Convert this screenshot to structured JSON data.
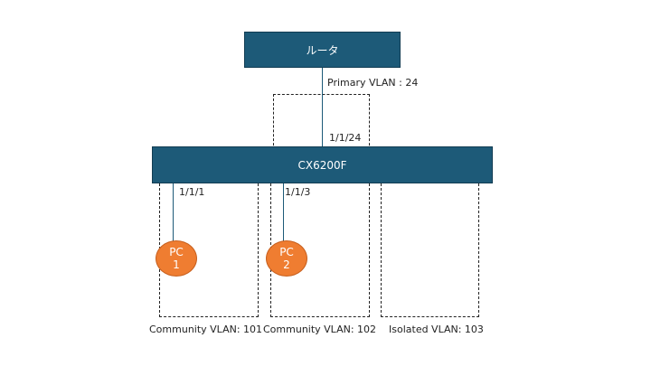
{
  "router": {
    "label": "ルータ"
  },
  "switch": {
    "label": "CX6200F"
  },
  "primary_vlan": {
    "label": "Primary VLAN : 24",
    "port": "1/1/24"
  },
  "pc1": {
    "line1": "PC",
    "line2": "1",
    "port": "1/1/1"
  },
  "pc2": {
    "line1": "PC",
    "line2": "2",
    "port": "1/1/3"
  },
  "vlans": [
    {
      "label": "Community VLAN: 101"
    },
    {
      "label": "Community VLAN: 102"
    },
    {
      "label": "Isolated VLAN: 103"
    }
  ],
  "colors": {
    "device_fill": "#1d5a78",
    "pc_fill": "#ef7d31"
  }
}
